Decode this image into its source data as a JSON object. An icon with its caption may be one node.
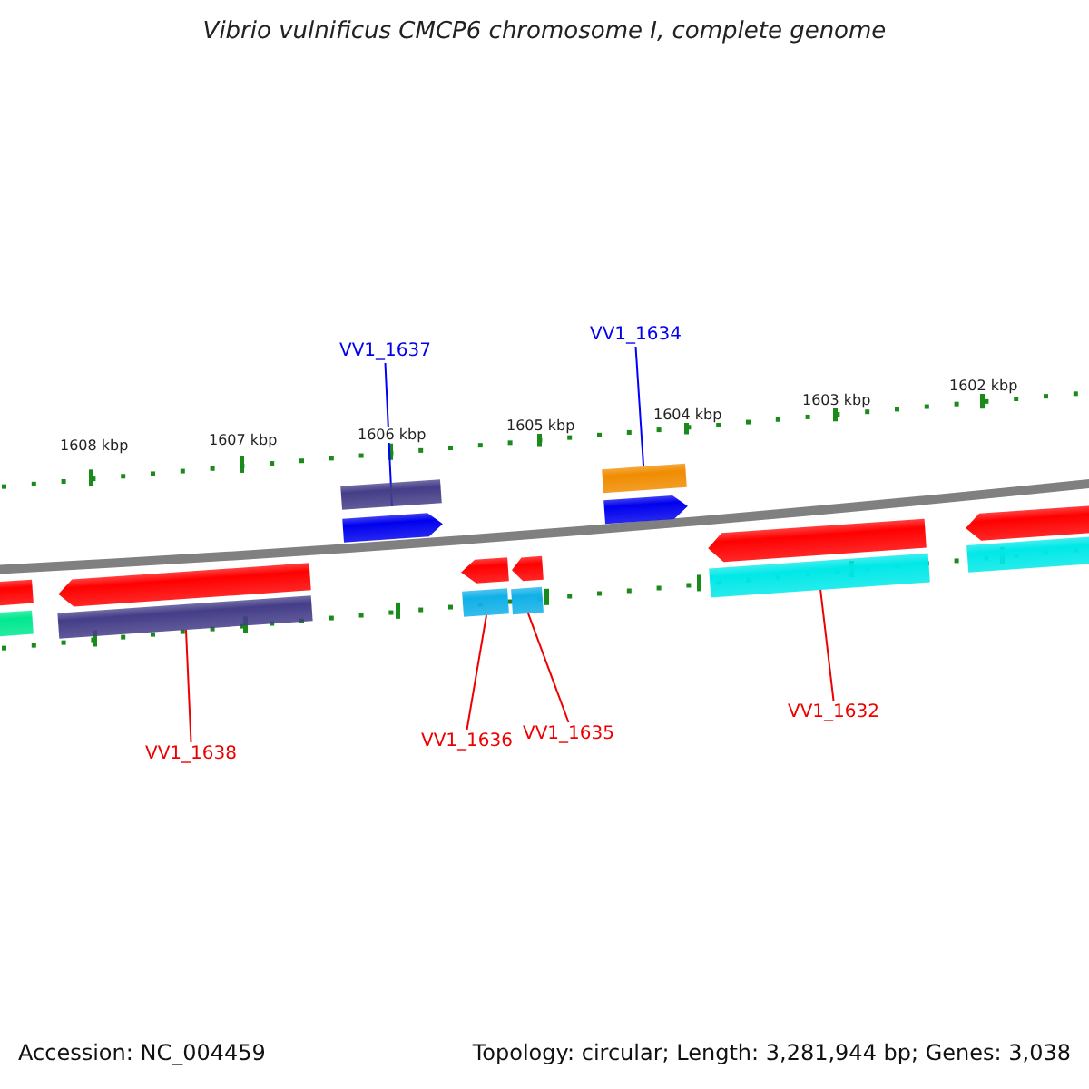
{
  "diagram": {
    "title": "Vibrio vulnificus CMCP6 chromosome I, complete genome",
    "nodes": [
      {
        "text": [
          "VV1_1637"
        ]
      },
      {
        "text": [
          "VV1_1634"
        ]
      },
      {
        "text": [
          "VV1_1638"
        ]
      },
      {
        "text": [
          "VV1_1636"
        ]
      },
      {
        "text": [
          "VV1_1635"
        ]
      },
      {
        "text": [
          "VV1_1632"
        ]
      },
      {
        "text": [],
        "shape": "bar"
      },
      {
        "text": [],
        "shape": "bar"
      },
      {
        "text": [],
        "shape": "arrow"
      },
      {
        "text": [],
        "shape": "bar"
      },
      {
        "text": [],
        "shape": "bar"
      },
      {
        "text": [],
        "shape": "arrow"
      },
      {
        "text": [],
        "shape": "arrow"
      },
      {
        "text": [],
        "shape": "bar"
      },
      {
        "text": [],
        "shape": "arrow"
      },
      {
        "text": [],
        "shape": "bar"
      },
      {
        "text": [],
        "shape": "bar"
      },
      {
        "text": [],
        "shape": "arrow"
      },
      {
        "text": [],
        "shape": "arrow"
      },
      {
        "text": [],
        "shape": "bar"
      },
      {
        "text": [],
        "shape": "arrow"
      },
      {
        "text": [],
        "shape": "bar"
      }
    ],
    "edges": [
      {
        "from": 0,
        "to": 10,
        "arrow": "none",
        "color": "#0000ff"
      },
      {
        "from": 1,
        "to": 16,
        "arrow": "none",
        "color": "#0000ff"
      },
      {
        "from": 2,
        "to": 9,
        "arrow": "none"
      },
      {
        "from": 3,
        "to": 13,
        "arrow": "none"
      },
      {
        "from": 4,
        "to": 15,
        "arrow": "none"
      },
      {
        "from": 5,
        "to": 19,
        "arrow": "none"
      }
    ],
    "labels": [
      "1608 kbp",
      "1607 kbp",
      "1606 kbp",
      "1605 kbp",
      "1604 kbp",
      "1603 kbp",
      "1602 kbp",
      "Accession: NC_004459",
      "Topology: circular; Length: 3,281,944 bp; Genes: 3,038"
    ]
  }
}
